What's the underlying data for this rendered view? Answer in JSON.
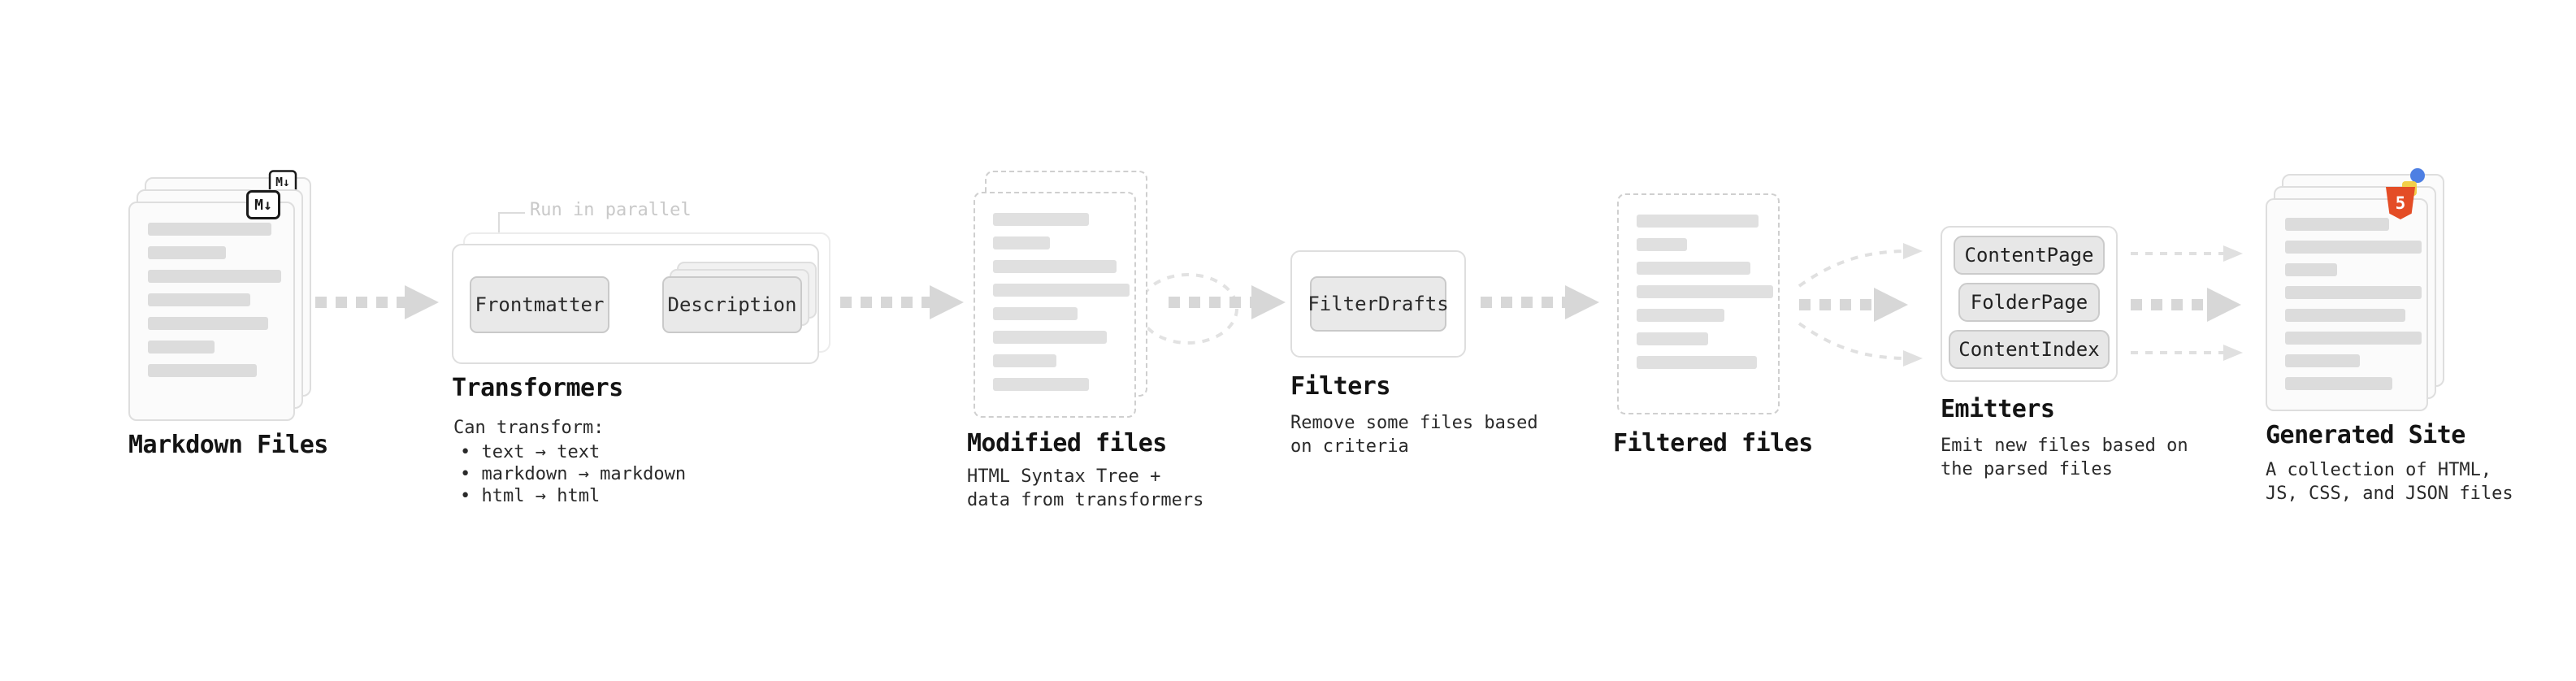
{
  "pipeline": {
    "markdown_files": {
      "label": "Markdown Files",
      "badge": "M↓"
    },
    "transformers": {
      "label": "Transformers",
      "parallel_note": "Run in parallel",
      "steps": [
        "Frontmatter",
        "Description"
      ],
      "caption_title": "Can transform:",
      "caption_items": [
        "• text → text",
        "• markdown → markdown",
        "• html → html"
      ]
    },
    "modified_files": {
      "label": "Modified files",
      "caption": "HTML Syntax Tree +\ndata from transformers"
    },
    "filters": {
      "label": "Filters",
      "steps": [
        "FilterDrafts"
      ],
      "caption": "Remove some files based\non criteria"
    },
    "filtered_files": {
      "label": "Filtered files"
    },
    "emitters": {
      "label": "Emitters",
      "steps": [
        "ContentPage",
        "FolderPage",
        "ContentIndex"
      ],
      "caption": "Emit new files based on\nthe parsed files"
    },
    "generated_site": {
      "label": "Generated Site",
      "badge": "5",
      "caption": "A collection of HTML,\nJS, CSS, and JSON files"
    }
  },
  "colors": {
    "background": "#ffffff",
    "card_border": "#dedede",
    "dashed_border": "#cfcfcf",
    "placeholder_bar": "#dcdcdc",
    "arrow": "#d7d7d7",
    "step_fill": "#e9e9e9",
    "label_text": "#141414",
    "caption_text": "#2a2a2a",
    "parallel_note_text": "#c9c9c9",
    "markdown_badge": "#1a1a1a",
    "html5_badge": "#e44d26",
    "js_badge": "#f2cf4a",
    "css_badge": "#4d7fe3"
  }
}
